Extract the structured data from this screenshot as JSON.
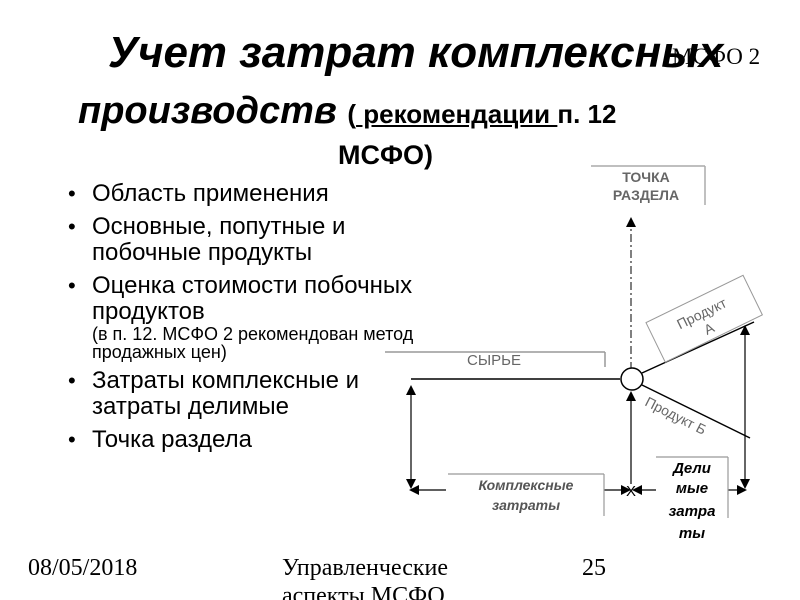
{
  "slide": {
    "title_line1": "Учет затрат комплексных",
    "corner_tag": "МСФО 2",
    "title_line2": "производств",
    "title_note_open": "(",
    "title_note_underlined": " рекомендации ",
    "title_note_rest": "п. 12",
    "title_line3": "МСФО)"
  },
  "bullets": [
    {
      "text": "Область применения",
      "sub": ""
    },
    {
      "text": "Основные, попутные и побочные продукты",
      "sub": ""
    },
    {
      "text": "Оценка стоимости побочных продуктов",
      "sub": "(в п. 12. МСФО 2 рекомендован метод продажных цен)"
    },
    {
      "text": "Затраты комплексные и затраты делимые",
      "sub": ""
    },
    {
      "text": "Точка раздела",
      "sub": ""
    }
  ],
  "bullet_glyph": "•",
  "diagram": {
    "split_point_box": [
      "ТОЧКА",
      "РАЗДЕЛА"
    ],
    "raw_material_label": "СЫРЬЕ",
    "product_a_label": [
      "Продукт",
      "А"
    ],
    "product_b_label": "Продукт Б",
    "joint_costs_label": [
      "Комплексные",
      "затраты"
    ],
    "separable_costs_label": [
      "Дели",
      "мые",
      "затра",
      "ты"
    ],
    "cross_mark": "X",
    "line_color": "#000000",
    "label_color": "#666666"
  },
  "footer": {
    "date": "08/05/2018",
    "center_line1": "Управленческие",
    "center_line2": "аспекты МСФО",
    "page_number": "25"
  }
}
